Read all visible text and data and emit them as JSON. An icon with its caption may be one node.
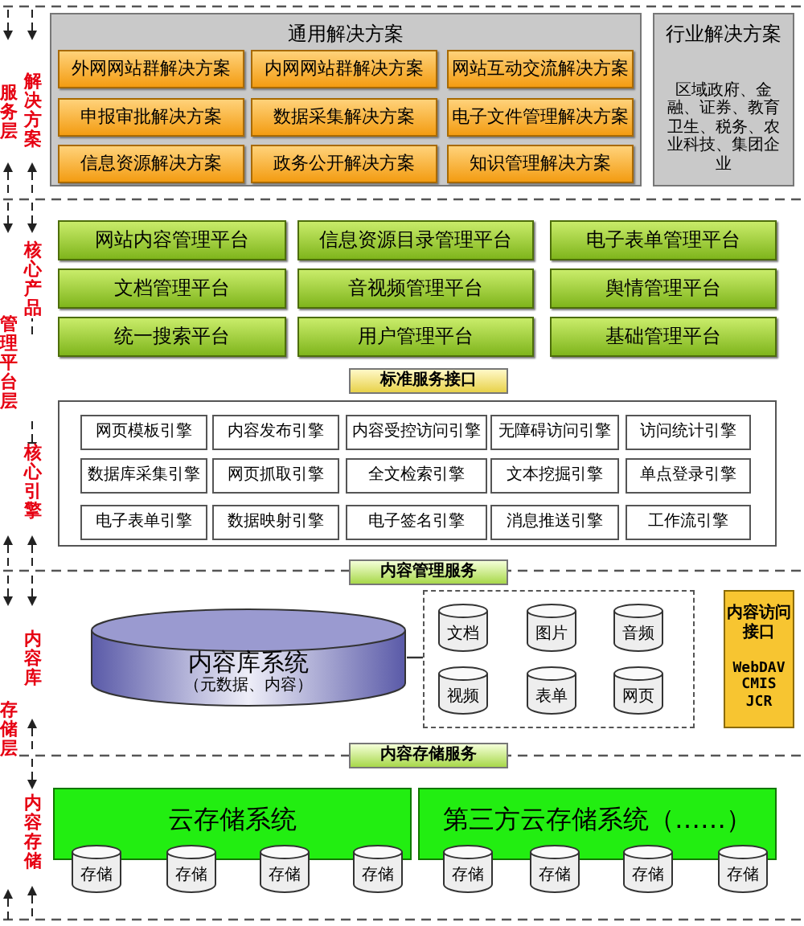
{
  "diagram": {
    "nodes": [
      {
        "text": [
          "通用解决方案"
        ]
      },
      {
        "text": [
          "外网网站群解决方案"
        ],
        "in": 0
      },
      {
        "text": [
          "内网网站群解决方案"
        ],
        "in": 0
      },
      {
        "text": [
          "网站互动交流解决方案"
        ],
        "in": 0
      },
      {
        "text": [
          "申报审批解决方案"
        ],
        "in": 0
      },
      {
        "text": [
          "数据采集解决方案"
        ],
        "in": 0
      },
      {
        "text": [
          "电子文件管理解决方案"
        ],
        "in": 0
      },
      {
        "text": [
          "信息资源解决方案"
        ],
        "in": 0
      },
      {
        "text": [
          "政务公开解决方案"
        ],
        "in": 0
      },
      {
        "text": [
          "知识管理解决方案"
        ],
        "in": 0
      },
      {
        "text": [
          "行业解决方案",
          "区域政府、金融、证券、教育卫生、税务、农业科技、集团企业"
        ]
      },
      {
        "text": [
          "网站内容管理平台"
        ]
      },
      {
        "text": [
          "信息资源目录管理平台"
        ]
      },
      {
        "text": [
          "电子表单管理平台"
        ]
      },
      {
        "text": [
          "文档管理平台"
        ]
      },
      {
        "text": [
          "音视频管理平台"
        ]
      },
      {
        "text": [
          "舆情管理平台"
        ]
      },
      {
        "text": [
          "统一搜索平台"
        ]
      },
      {
        "text": [
          "用户管理平台"
        ]
      },
      {
        "text": [
          "基础管理平台"
        ]
      },
      {
        "text": [
          "标准服务接口"
        ]
      },
      {
        "text": [],
        "shape": "box"
      },
      {
        "text": [
          "网页模板引擎"
        ],
        "in": 21
      },
      {
        "text": [
          "内容发布引擎"
        ],
        "in": 21
      },
      {
        "text": [
          "内容受控访问引擎"
        ],
        "in": 21
      },
      {
        "text": [
          "无障碍访问引擎"
        ],
        "in": 21
      },
      {
        "text": [
          "访问统计引擎"
        ],
        "in": 21
      },
      {
        "text": [
          "数据库采集引擎"
        ],
        "in": 21
      },
      {
        "text": [
          "网页抓取引擎"
        ],
        "in": 21
      },
      {
        "text": [
          "全文检索引擎"
        ],
        "in": 21
      },
      {
        "text": [
          "文本挖掘引擎"
        ],
        "in": 21
      },
      {
        "text": [
          "单点登录引擎"
        ],
        "in": 21
      },
      {
        "text": [
          "电子表单引擎"
        ],
        "in": 21
      },
      {
        "text": [
          "数据映射引擎"
        ],
        "in": 21
      },
      {
        "text": [
          "电子签名引擎"
        ],
        "in": 21
      },
      {
        "text": [
          "消息推送引擎"
        ],
        "in": 21
      },
      {
        "text": [
          "工作流引擎"
        ],
        "in": 21
      },
      {
        "text": [
          "内容管理服务"
        ]
      },
      {
        "text": [
          "内容库系统",
          "（元数据、内容）"
        ]
      },
      {
        "text": [],
        "shape": "box"
      },
      {
        "text": [
          "文档"
        ],
        "in": 39
      },
      {
        "text": [
          "图片"
        ],
        "in": 39
      },
      {
        "text": [
          "音频"
        ],
        "in": 39
      },
      {
        "text": [
          "视频"
        ],
        "in": 39
      },
      {
        "text": [
          "表单"
        ],
        "in": 39
      },
      {
        "text": [
          "网页"
        ],
        "in": 39
      },
      {
        "text": [
          "内容访问接口",
          "WebDAV CMIS JCR"
        ]
      },
      {
        "text": [
          "内容存储服务"
        ]
      },
      {
        "text": [
          "云存储系统"
        ]
      },
      {
        "text": [
          "第三方云存储系统（……）"
        ]
      },
      {
        "text": [
          "存储"
        ]
      },
      {
        "text": [
          "存储"
        ]
      },
      {
        "text": [
          "存储"
        ]
      },
      {
        "text": [
          "存储"
        ]
      },
      {
        "text": [
          "存储"
        ]
      },
      {
        "text": [
          "存储"
        ]
      },
      {
        "text": [
          "存储"
        ]
      },
      {
        "text": [
          "存储"
        ]
      }
    ],
    "edges": [
      {
        "from": 38,
        "to": 39,
        "arrow": "none"
      }
    ],
    "labels": [
      "服务层",
      "解决方案",
      "核心产品",
      "管理平台层",
      "核心引擎",
      "内容库",
      "存储层",
      "内容存储"
    ]
  }
}
